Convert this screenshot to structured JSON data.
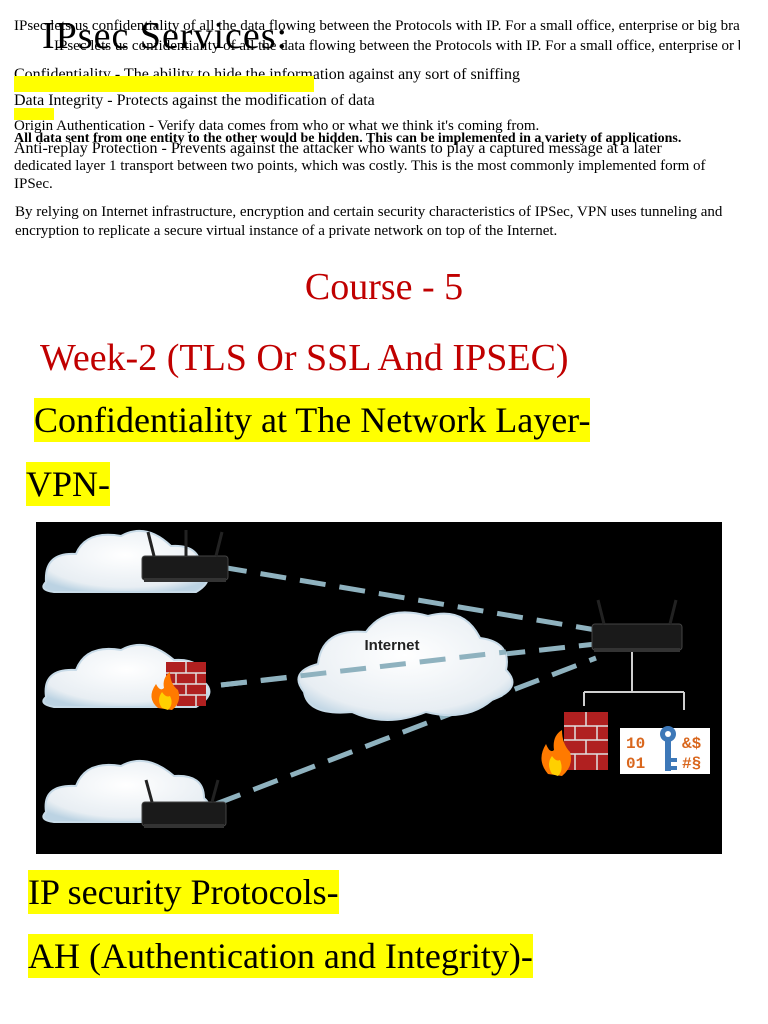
{
  "overlapping_text": {
    "title": "IPsec Services:",
    "line1": "IPsec lets us confidentiality of all the data flowing between the Protocols with IP. For a small office, enterprise or big branch office of the company and even business",
    "line2": "Confidentiality - The ability to hide the information against any sort of sniffing",
    "line3": "Data Integrity - Protects against the modification of data",
    "line4": "Origin Authentication - Verify data comes from who or what we think it's coming from.",
    "line5": "All data sent from one entity to the other would be hidden. This can be implemented in a variety of applications.",
    "line6": "Anti-replay Protection - Prevents against the attacker who wants to play a captured message at a later",
    "line7": "dedicated layer 1 transport between two points, which was costly. This is the most commonly implemented form of",
    "line8": "IPSec."
  },
  "paragraph": "By relying on Internet infrastructure, encryption and certain security characteristics of IPSec, VPN uses tunneling and encryption to replicate a secure virtual instance of a private network on top of the Internet.",
  "course_title": "Course - 5",
  "week_title": "Week-2 (TLS Or SSL And IPSEC)",
  "headings": {
    "confidentiality": "Confidentiality at The Network Layer-",
    "vpn": "VPN-",
    "ip_security": "IP security  Protocols-",
    "ah": "AH (Authentication and Integrity)-"
  },
  "diagram": {
    "internet_label": "Internet",
    "key_code_1": "10",
    "key_code_2": "01",
    "key_sym_1": "&$",
    "key_sym_2": "#§"
  },
  "colors": {
    "highlight": "#ffff00",
    "red_title": "#c00000",
    "background": "#ffffff"
  }
}
